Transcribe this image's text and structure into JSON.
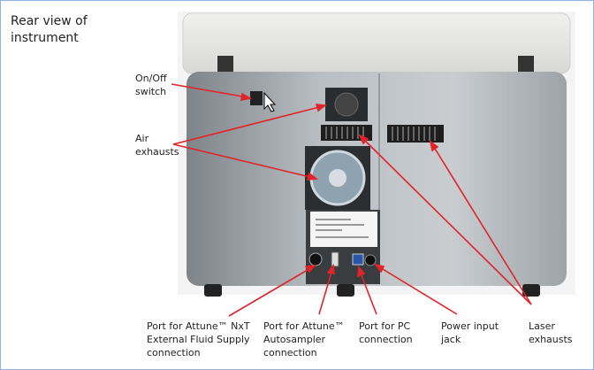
{
  "title": "Rear view of\ninstrument",
  "labels": {
    "on_off": "On/Off\nswitch",
    "air": "Air\nexhausts",
    "fluid_port": "Port for Attune™ NxT\nExternal Fluid Supply\nconnection",
    "autosampler_port": "Port for Attune™\nAutosampler\nconnection",
    "pc_port": "Port for PC\nconnection",
    "power": "Power input\njack",
    "laser": "Laser\nexhausts"
  },
  "colors": {
    "arrow": "#e0242a",
    "border": "#8fb4e3"
  }
}
